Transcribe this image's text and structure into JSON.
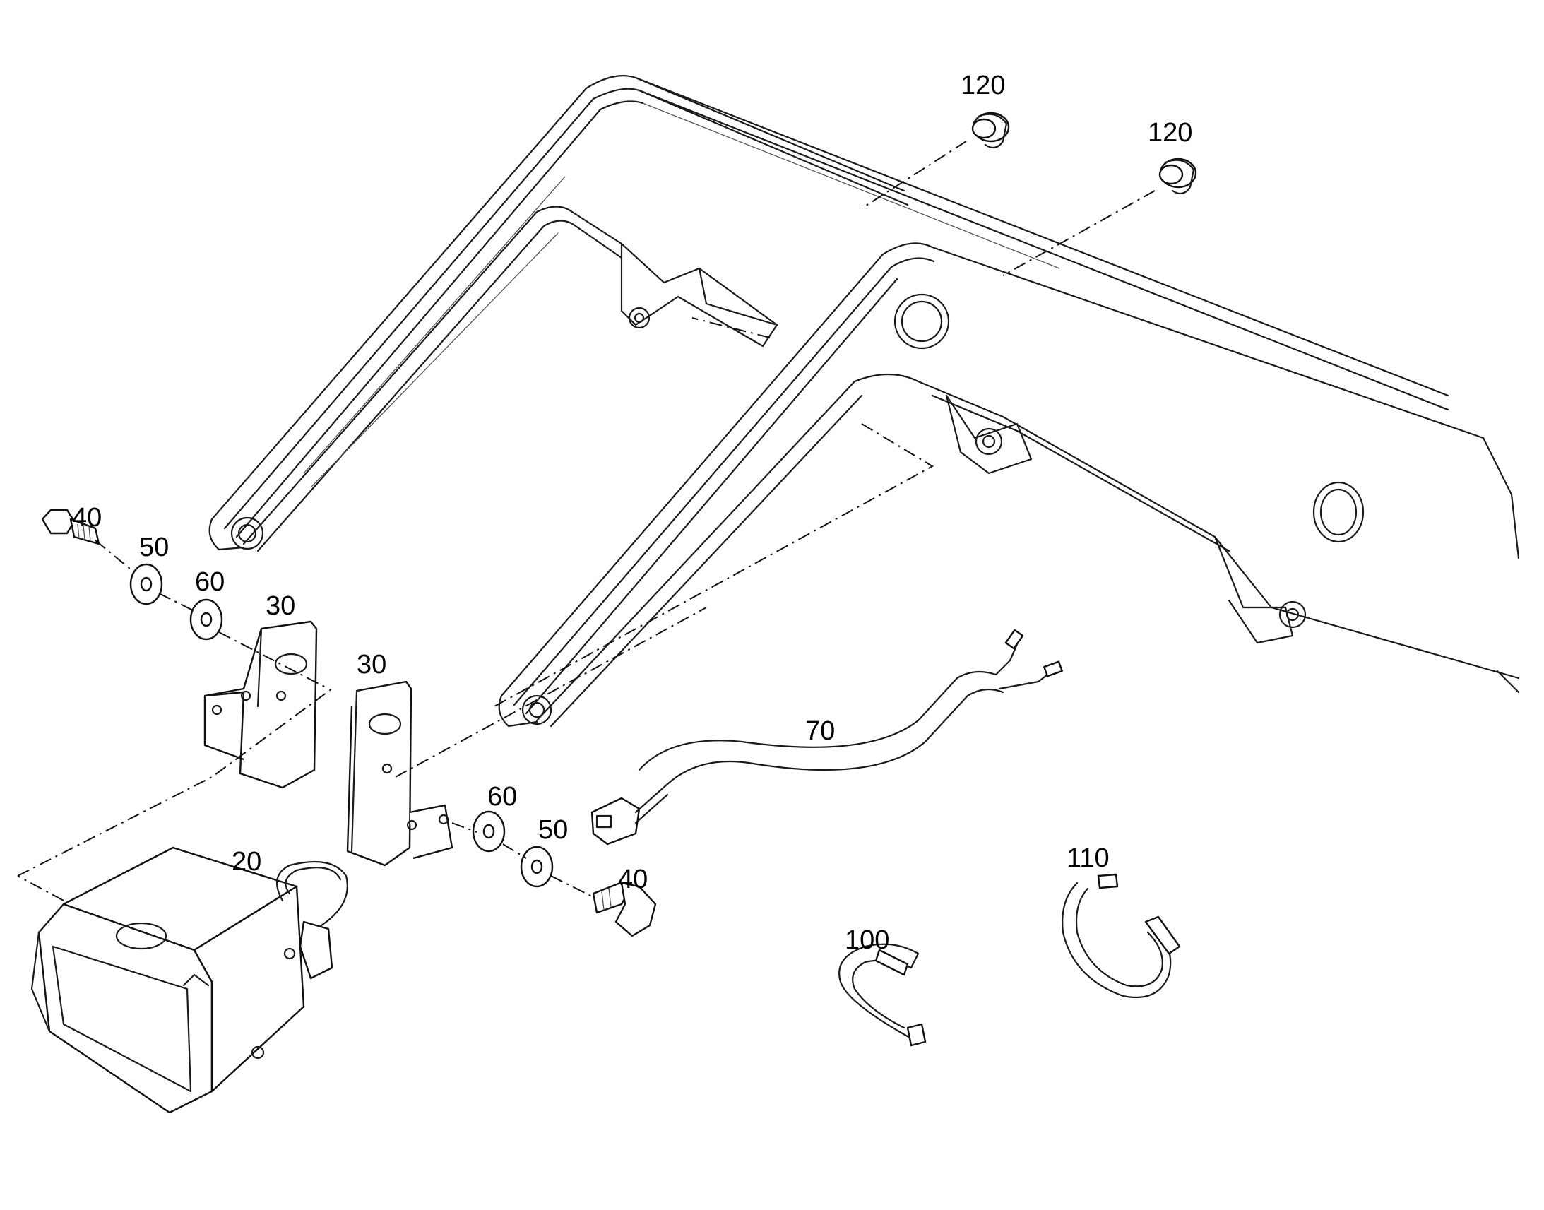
{
  "callouts": {
    "c120a": "120",
    "c120b": "120",
    "c40a": "40",
    "c50a": "50",
    "c60a": "60",
    "c30a": "30",
    "c30b": "30",
    "c70": "70",
    "c60b": "60",
    "c50b": "50",
    "c40b": "40",
    "c20": "20",
    "c110": "110",
    "c100": "100"
  },
  "colors": {
    "line": "#111111",
    "background": "#ffffff"
  }
}
